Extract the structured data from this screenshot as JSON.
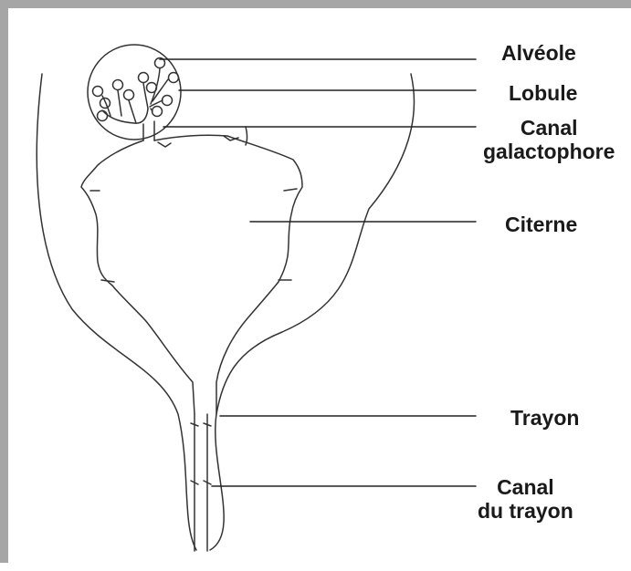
{
  "diagram": {
    "labels": {
      "alveole": "Alvéole",
      "lobule": "Lobule",
      "canal_galactophore_1": "Canal",
      "canal_galactophore_2": "galactophore",
      "citerne": "Citerne",
      "trayon": "Trayon",
      "canal_trayon_1": "Canal",
      "canal_trayon_2": "du trayon"
    }
  }
}
